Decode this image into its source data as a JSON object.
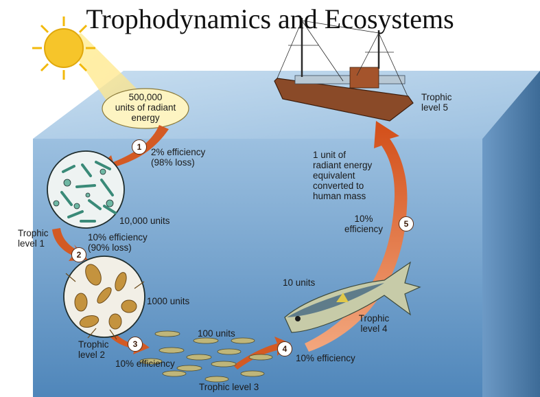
{
  "title": "Trophodynamics and Ecosystems",
  "colors": {
    "water_front": "#5d95c4",
    "water_top": "#b4d2ea",
    "water_right": "#3f6f9c",
    "arrow": "#d35a24",
    "sun": "#f4c420"
  },
  "energy_source": {
    "line1": "500,000",
    "line2": "units of radiant",
    "line3": "energy"
  },
  "steps": [
    {
      "badge": "1",
      "line1": "2% efficiency",
      "line2": "(98% loss)"
    },
    {
      "badge": "2",
      "line1": "10% efficiency",
      "line2": "(90% loss)"
    },
    {
      "badge": "3",
      "line1": "10% efficiency"
    },
    {
      "badge": "4",
      "line1": "10% efficiency"
    },
    {
      "badge": "5",
      "line1": "10%",
      "line2": "efficiency"
    }
  ],
  "units": {
    "level1": "10,000 units",
    "level2": "1000 units",
    "level3": "100 units",
    "level4": "10 units"
  },
  "levels": {
    "l1_a": "Trophic",
    "l1_b": "level 1",
    "l2_a": "Trophic",
    "l2_b": "level 2",
    "l3": "Trophic level 3",
    "l4_a": "Trophic",
    "l4_b": "level 4",
    "l5_a": "Trophic",
    "l5_b": "level 5"
  },
  "final_note": {
    "line1": "1 unit of",
    "line2": "radiant energy",
    "line3": "equivalent",
    "line4": "converted to",
    "line5": "human mass"
  },
  "icons": [
    "sun-icon",
    "phytoplankton-icon",
    "zooplankton-icon",
    "small-fish-icon",
    "tuna-icon",
    "fishing-boat-icon"
  ]
}
